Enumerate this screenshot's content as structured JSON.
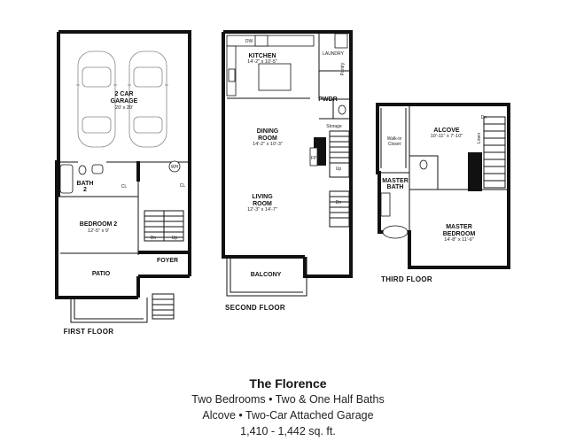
{
  "first_floor": {
    "label": "FIRST FLOOR",
    "garage": {
      "name": "2 CAR GARAGE",
      "line1": "2 CAR",
      "line2": "GARAGE",
      "dim": "20' x 20'"
    },
    "bath2": {
      "line1": "BATH",
      "line2": "2"
    },
    "cl_a": "CL",
    "cl_b": "CL",
    "wh": "WH",
    "bedroom2": {
      "name": "BEDROOM 2",
      "dim": "12'-5\" x 9'"
    },
    "patio": "PATIO",
    "foyer": "FOYER",
    "dn": "Dn",
    "up": "Up"
  },
  "second_floor": {
    "label": "SECOND FLOOR",
    "kitchen": {
      "name": "KITCHEN",
      "dim": "14'-2\" x 10'-5\""
    },
    "dw": "DW",
    "laundry": "LAUNDRY",
    "pantry": "Pantry",
    "pwdr": "PWDR",
    "storage": "Storage",
    "dining": {
      "line1": "DINING",
      "line2": "ROOM",
      "dim": "14'-2\" x 10'-3\""
    },
    "fp": "FP",
    "living": {
      "line1": "LIVING",
      "line2": "ROOM",
      "dim": "12'-3\" x 14'-7\""
    },
    "balcony": "BALCONY",
    "up": "Up",
    "dn": "Dn"
  },
  "third_floor": {
    "label": "THIRD FLOOR",
    "alcove": {
      "name": "ALCOVE",
      "dim": "10'-11\" x 7'-10\""
    },
    "walkin": {
      "line1": "Walk-in",
      "line2": "Closet"
    },
    "linen": "Linen",
    "dn": "Dn",
    "master_bath": {
      "line1": "MASTER",
      "line2": "BATH"
    },
    "master_bedroom": {
      "line1": "MASTER",
      "line2": "BEDROOM",
      "dim": "14'-8\" x 11'-6\""
    }
  },
  "caption": {
    "title": "The Florence",
    "line1": "Two Bedrooms • Two & One Half Baths",
    "line2": "Alcove • Two-Car Attached Garage",
    "line3": "1,410 - 1,442 sq. ft."
  }
}
